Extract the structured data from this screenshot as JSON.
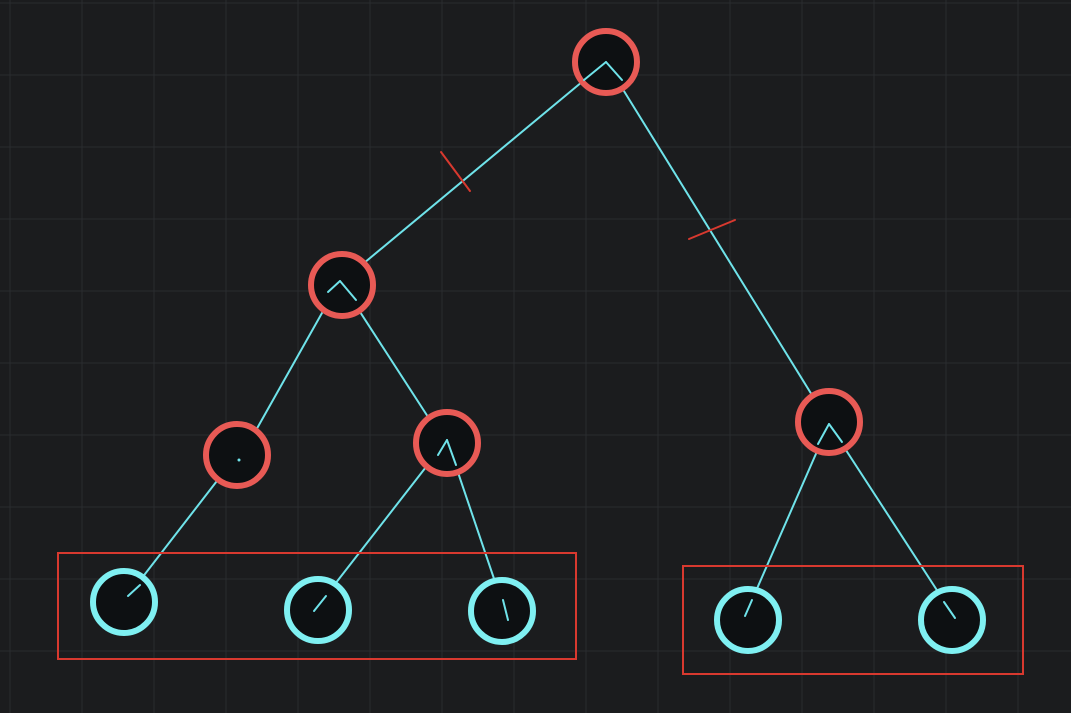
{
  "colors": {
    "background": "#1b1c1e",
    "grid": "#2a2c2f",
    "edge": "#6fe3ea",
    "internal_node_stroke": "#e85a55",
    "leaf_node_stroke": "#7ff0f2",
    "node_fill": "#0d1012",
    "box_stroke": "#d8392f",
    "cut_mark": "#d8392f"
  },
  "diagram": {
    "type": "tree",
    "nodes": [
      {
        "id": "root",
        "kind": "internal"
      },
      {
        "id": "a",
        "kind": "internal"
      },
      {
        "id": "b",
        "kind": "internal"
      },
      {
        "id": "c",
        "kind": "internal"
      },
      {
        "id": "d",
        "kind": "internal"
      },
      {
        "id": "leaf1",
        "kind": "leaf"
      },
      {
        "id": "leaf2",
        "kind": "leaf"
      },
      {
        "id": "leaf3",
        "kind": "leaf"
      },
      {
        "id": "leaf4",
        "kind": "leaf"
      },
      {
        "id": "leaf5",
        "kind": "leaf"
      }
    ],
    "edges": [
      {
        "from": "root",
        "to": "a",
        "cut": true
      },
      {
        "from": "root",
        "to": "b",
        "cut": true
      },
      {
        "from": "a",
        "to": "c",
        "cut": false
      },
      {
        "from": "a",
        "to": "d",
        "cut": false
      },
      {
        "from": "c",
        "to": "leaf1",
        "cut": false
      },
      {
        "from": "d",
        "to": "leaf2",
        "cut": false
      },
      {
        "from": "d",
        "to": "leaf3",
        "cut": false
      },
      {
        "from": "b",
        "to": "leaf4",
        "cut": false
      },
      {
        "from": "b",
        "to": "leaf5",
        "cut": false
      }
    ],
    "groups": [
      {
        "id": "left-group",
        "members": [
          "leaf1",
          "leaf2",
          "leaf3"
        ]
      },
      {
        "id": "right-group",
        "members": [
          "leaf4",
          "leaf5"
        ]
      }
    ]
  }
}
